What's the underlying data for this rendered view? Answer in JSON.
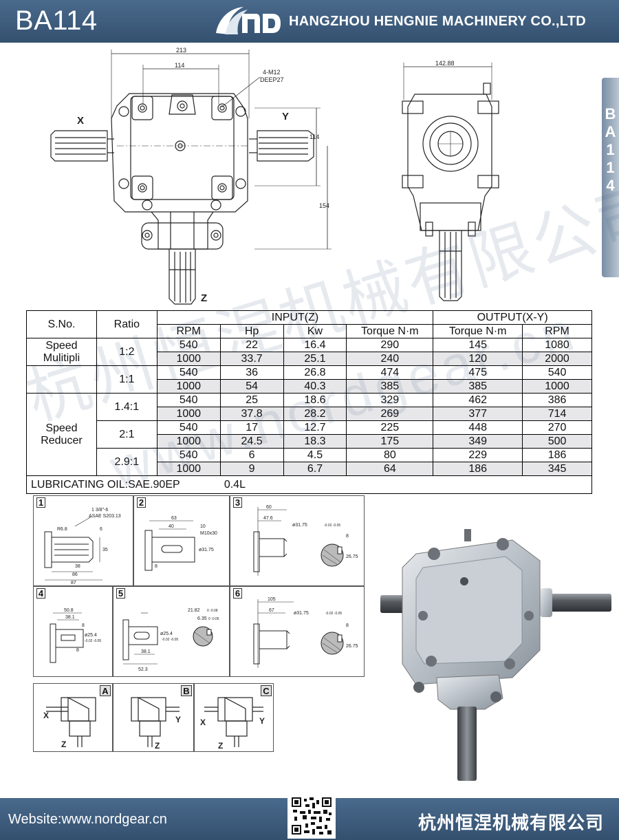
{
  "header": {
    "model": "BA114",
    "company": "HANGZHOU HENGNIE MACHINERY CO.,LTD"
  },
  "sidetab": {
    "chars": [
      "B",
      "A",
      "1",
      "1",
      "4"
    ]
  },
  "front_view": {
    "dim_overall_width": "213",
    "dim_bolt_spacing": "114",
    "dim_holes": "4-M12",
    "dim_depth": "DEEP27",
    "dim_height_114": "114",
    "dim_height_154": "154",
    "label_x": "X",
    "label_y": "Y",
    "label_z": "Z"
  },
  "side_view": {
    "dim_width": "142.88"
  },
  "table": {
    "headers": {
      "sno": "S.No.",
      "ratio": "Ratio",
      "input": "INPUT(Z)",
      "output": "OUTPUT(X-Y)",
      "rpm": "RPM",
      "hp": "Hp",
      "kw": "Kw",
      "torque_in": "Torque N·m",
      "torque_out": "Torque N·m",
      "rpm_out": "RPM"
    },
    "groups": [
      {
        "name1": "Speed",
        "name2": "Mulitipli",
        "ratios": [
          {
            "ratio": "1:2",
            "rows": [
              [
                "540",
                "22",
                "16.4",
                "290",
                "145",
                "1080"
              ],
              [
                "1000",
                "33.7",
                "25.1",
                "240",
                "120",
                "2000"
              ]
            ]
          }
        ]
      },
      {
        "name1": "",
        "name2": "",
        "ratios": [
          {
            "ratio": "1:1",
            "rows": [
              [
                "540",
                "36",
                "26.8",
                "474",
                "475",
                "540"
              ],
              [
                "1000",
                "54",
                "40.3",
                "385",
                "385",
                "1000"
              ]
            ]
          }
        ]
      },
      {
        "name1": "Speed",
        "name2": "Reducer",
        "ratios": [
          {
            "ratio": "1.4:1",
            "rows": [
              [
                "540",
                "25",
                "18.6",
                "329",
                "462",
                "386"
              ],
              [
                "1000",
                "37.8",
                "28.2",
                "269",
                "377",
                "714"
              ]
            ]
          },
          {
            "ratio": "2:1",
            "rows": [
              [
                "540",
                "17",
                "12.7",
                "225",
                "448",
                "270"
              ],
              [
                "1000",
                "24.5",
                "18.3",
                "175",
                "349",
                "500"
              ]
            ]
          },
          {
            "ratio": "2.9:1",
            "rows": [
              [
                "540",
                "6",
                "4.5",
                "80",
                "229",
                "186"
              ],
              [
                "1000",
                "9",
                "6.7",
                "64",
                "186",
                "345"
              ]
            ]
          }
        ]
      }
    ],
    "oil_label": "LUBRICATING OIL:SAE.90EP",
    "oil_value": "0.4L"
  },
  "shaft_panels": {
    "p1": {
      "num": "1",
      "thread": "1 3/8\"-6",
      "std": "ASAE S203.13",
      "r": "R6.8",
      "d6": "6",
      "d35": "35",
      "d38": "38",
      "d86": "86",
      "d87": "87"
    },
    "p2": {
      "num": "2",
      "d63": "63",
      "d40": "40",
      "d10": "10",
      "m": "M10x30",
      "dia": "ø31.75",
      "d8": "8"
    },
    "p3": {
      "num": "3",
      "d60": "60",
      "d47": "47.6",
      "dia": "ø31.75",
      "tol": "-0.02 -0.05",
      "d8": "8",
      "d26": "26.75"
    },
    "p4": {
      "num": "4",
      "d50": "50.8",
      "d38": "38.1",
      "d8a": "8",
      "dia": "ø25.4",
      "tol": "-0.02 -0.05",
      "d8b": "8"
    },
    "p5": {
      "num": "5",
      "d21": "21.82",
      "d21tol": "0 -0.08",
      "dia": "ø25.4",
      "tol": "-0.02 -0.05",
      "k": "6.35",
      "ktol": "0 -0.05",
      "d38": "38.1",
      "d52": "52.3"
    },
    "p6": {
      "num": "6",
      "d105": "105",
      "d67": "67",
      "dia": "ø31.75",
      "tol": "-0.02 -0.05",
      "d8": "8",
      "d26": "26.75"
    }
  },
  "config_panels": [
    {
      "letter": "A",
      "x": "X",
      "z": "Z"
    },
    {
      "letter": "B",
      "y": "Y",
      "z": "Z"
    },
    {
      "letter": "C",
      "x": "X",
      "y": "Y",
      "z": "Z"
    }
  ],
  "watermark": {
    "cn": "杭州恒涅机械有限公司",
    "url": "www.nordgear.cn"
  },
  "footer": {
    "website": "Website:www.nordgear.cn",
    "company_cn": "杭州恒涅机械有限公司"
  },
  "colors": {
    "band": "#3f5e80",
    "shade": "#e7e7e9"
  }
}
